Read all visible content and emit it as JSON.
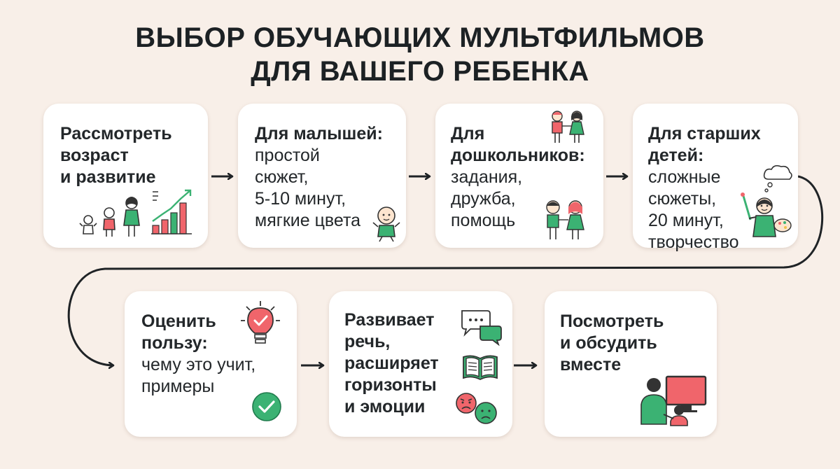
{
  "title": {
    "line1": "ВЫБОР ОБУЧАЮЩИХ МУЛЬТФИЛЬМОВ",
    "line2": "ДЛЯ ВАШЕГО РЕБЕНКА"
  },
  "steps": [
    {
      "bold": [
        "Рассмотреть",
        "возраст",
        "и развитие"
      ],
      "normal": []
    },
    {
      "bold": [
        "Для малышей:"
      ],
      "normal": [
        "простой",
        "сюжет,",
        "5-10 минут,",
        "мягкие цвета"
      ]
    },
    {
      "bold": [
        "Для",
        "дошкольников:"
      ],
      "normal": [
        "задания,",
        "дружба,",
        "помощь"
      ]
    },
    {
      "bold": [
        "Для старших",
        "детей:"
      ],
      "normal": [
        "сложные",
        "сюжеты,",
        "20 минут,",
        "творчество"
      ]
    },
    {
      "bold": [
        "Оценить",
        "пользу:"
      ],
      "normal": [
        "чему это учит,",
        "примеры"
      ]
    },
    {
      "bold": [
        "Развивает",
        "речь,",
        "расширяет",
        "горизонты",
        "и эмоции"
      ],
      "normal": []
    },
    {
      "bold": [
        "Посмотреть",
        "и обсудить",
        "вместе"
      ],
      "normal": []
    }
  ],
  "icons": {
    "step1": [
      "children-growth-icon",
      "growth-chart-icon"
    ],
    "step2": [
      "baby-icon"
    ],
    "step3": [
      "boy-girl-icon",
      "boy-girl-icon-2"
    ],
    "step4": [
      "painting-child-icon",
      "thought-cloud-icon"
    ],
    "step5": [
      "lightbulb-check-icon",
      "checkmark-circle-icon"
    ],
    "step6": [
      "speech-bubbles-icon",
      "open-book-icon",
      "emotion-faces-icon"
    ],
    "step7": [
      "watching-tv-together-icon"
    ]
  },
  "colors": {
    "background": "#f8efe8",
    "card": "#ffffff",
    "accent_green": "#3bb273",
    "accent_red": "#f0656b",
    "arrow": "#1f2326"
  }
}
